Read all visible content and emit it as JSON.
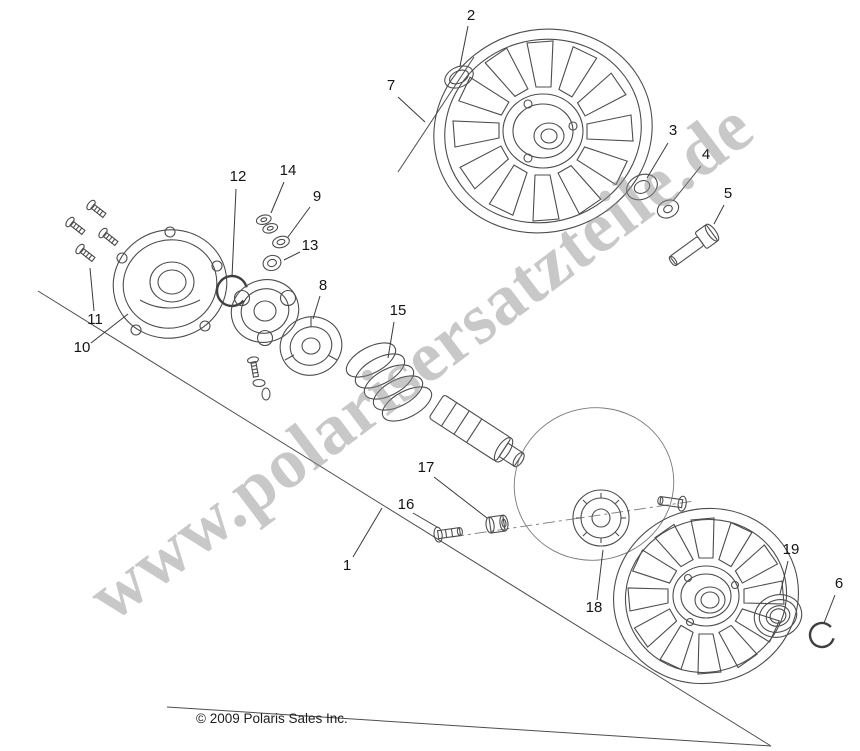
{
  "diagram": {
    "watermark": "www.polarisersatzteile.de",
    "copyright": "© 2009 Polaris Sales Inc.",
    "parts": [
      {
        "number": "1"
      },
      {
        "number": "2"
      },
      {
        "number": "3"
      },
      {
        "number": "4"
      },
      {
        "number": "5"
      },
      {
        "number": "6"
      },
      {
        "number": "7"
      },
      {
        "number": "8"
      },
      {
        "number": "9"
      },
      {
        "number": "10"
      },
      {
        "number": "11"
      },
      {
        "number": "12"
      },
      {
        "number": "13"
      },
      {
        "number": "14"
      },
      {
        "number": "15"
      },
      {
        "number": "16"
      },
      {
        "number": "17"
      },
      {
        "number": "18"
      },
      {
        "number": "19"
      }
    ]
  }
}
